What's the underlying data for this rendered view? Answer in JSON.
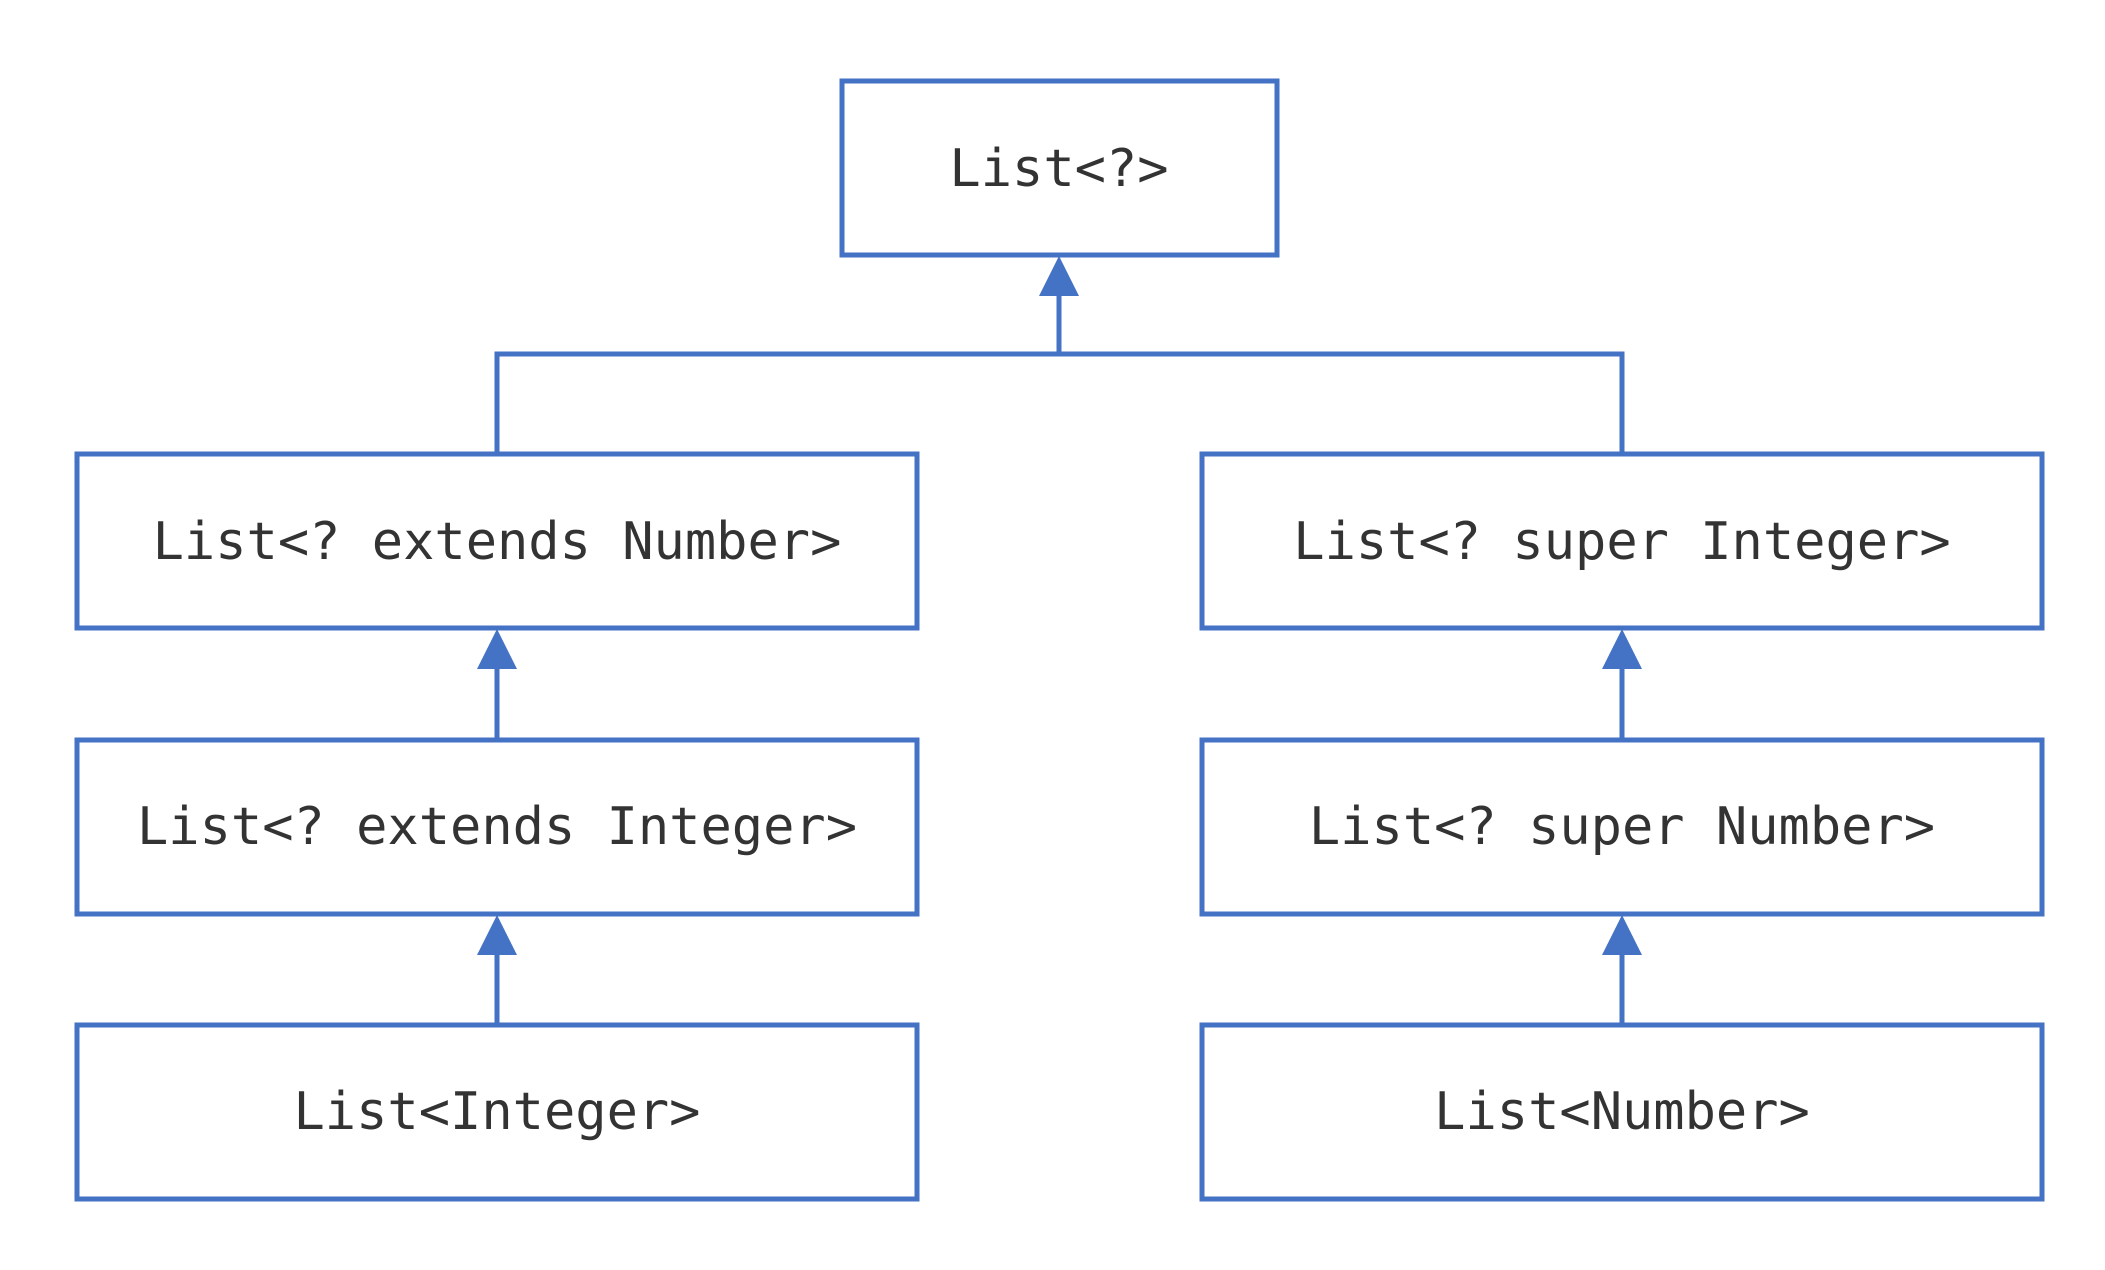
{
  "diagram": {
    "stroke_color": "#4472C4",
    "text_color": "#333333",
    "background": "#ffffff",
    "nodes": {
      "root": {
        "label": "List<?>"
      },
      "extends_number": {
        "label": "List<? extends Number>"
      },
      "super_integer": {
        "label": "List<? super Integer>"
      },
      "extends_integer": {
        "label": "List<? extends Integer>"
      },
      "super_number": {
        "label": "List<? super Number>"
      },
      "list_integer": {
        "label": "List<Integer>"
      },
      "list_number": {
        "label": "List<Number>"
      }
    },
    "edges": [
      {
        "from": "extends_number",
        "to": "root"
      },
      {
        "from": "super_integer",
        "to": "root"
      },
      {
        "from": "extends_integer",
        "to": "extends_number"
      },
      {
        "from": "list_integer",
        "to": "extends_integer"
      },
      {
        "from": "super_number",
        "to": "super_integer"
      },
      {
        "from": "list_number",
        "to": "super_number"
      }
    ]
  }
}
